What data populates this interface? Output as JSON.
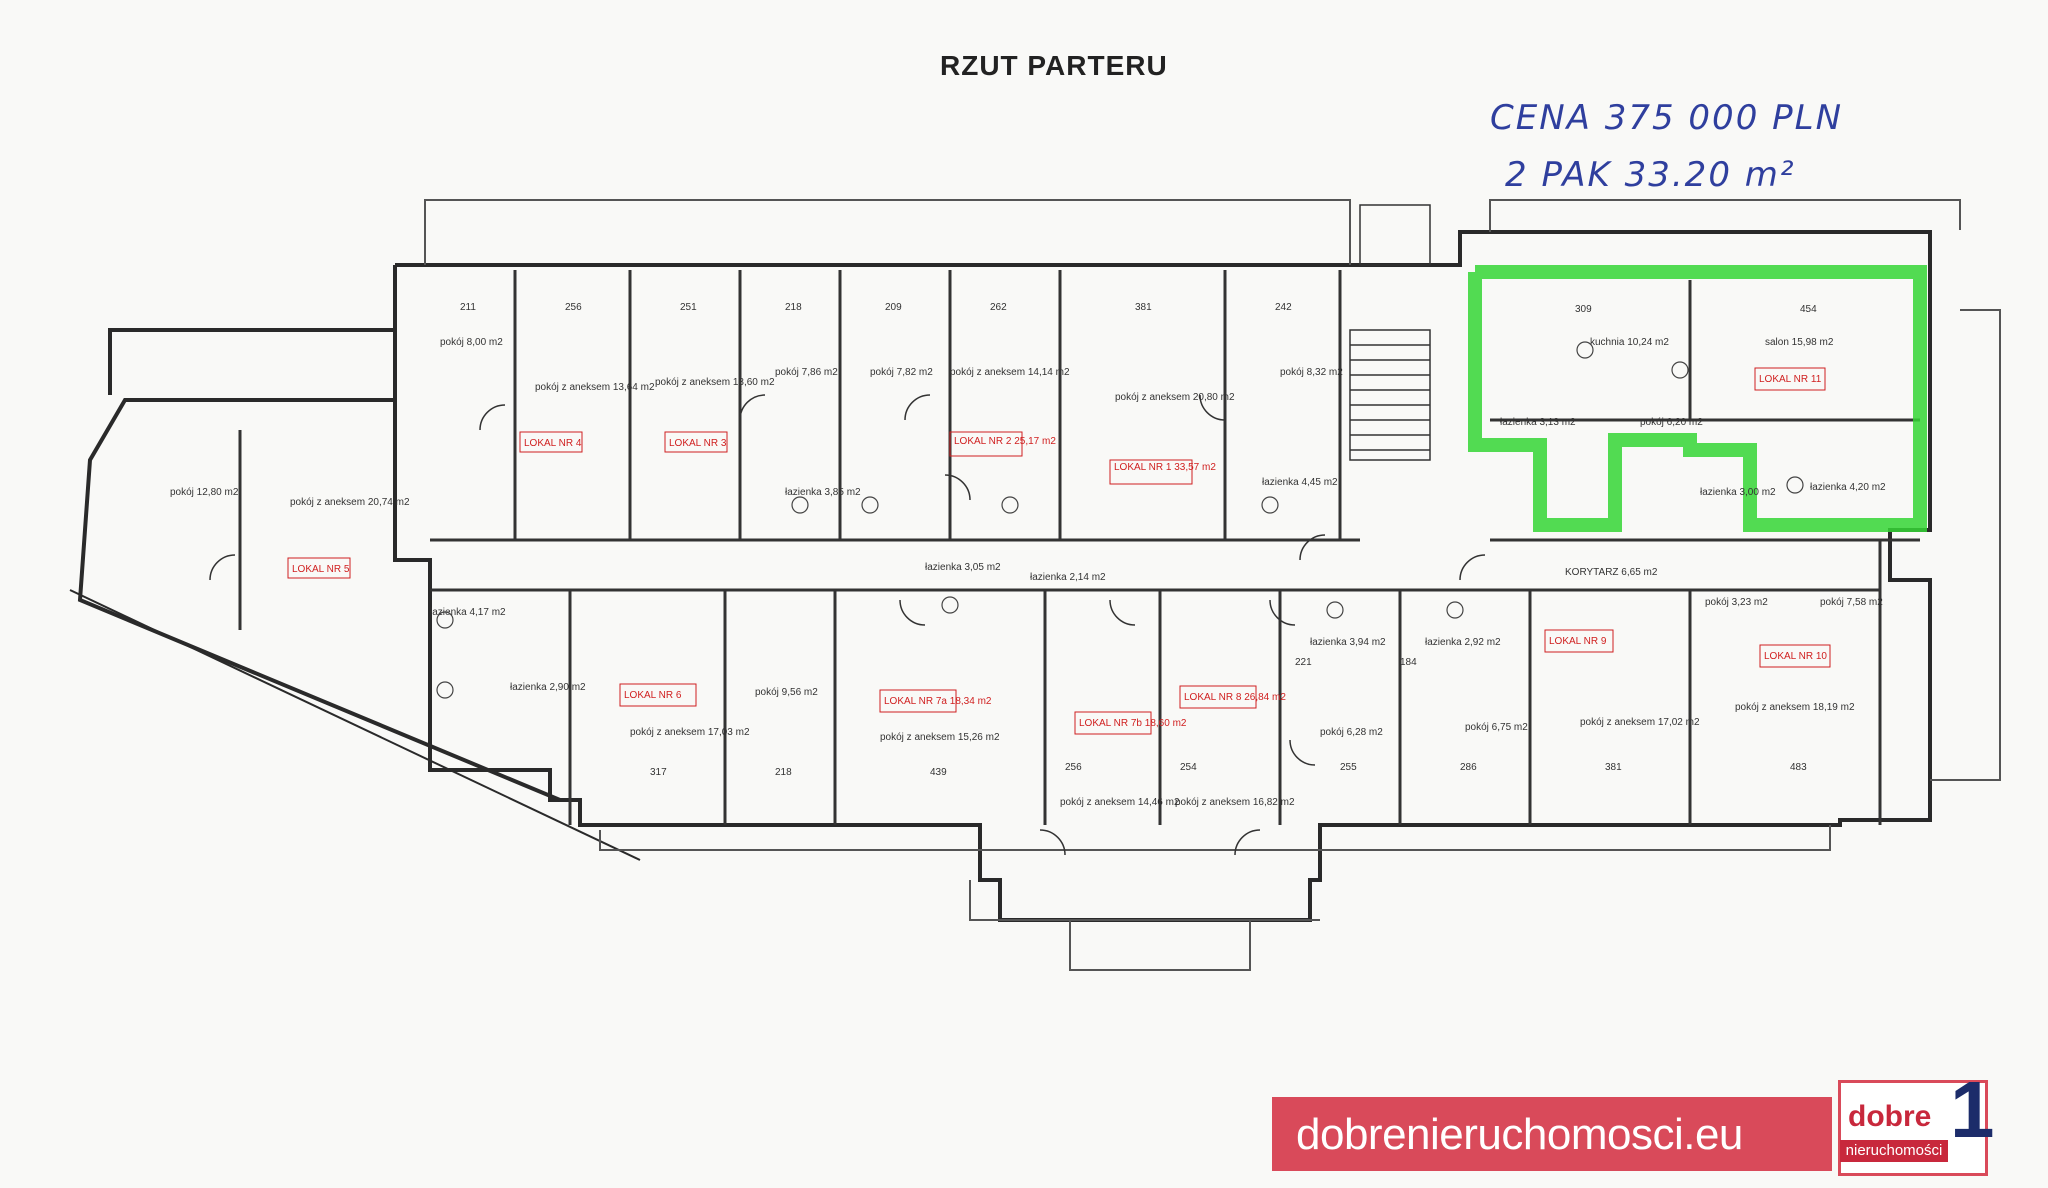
{
  "title": "RZUT PARTERU",
  "handwriting": {
    "price": "CENA 375 000 PLN",
    "area": "2 PAK 33.20 m²"
  },
  "highlight_color": "#35d635",
  "banner": {
    "site": "dobrenieruchomosci.eu",
    "logo_top": "dobre",
    "logo_bottom": "nieruchomości",
    "logo_digit": "1"
  },
  "rooms": {
    "r01": "pokój 8,00 m2",
    "r02": "pokój z aneksem 13,64 m2",
    "r03": "pokój z aneksem 13,60 m2",
    "r04": "pokój 7,86 m2",
    "r05": "pokój 7,82 m2",
    "r06": "pokój z aneksem 14,14 m2",
    "r07": "pokój z aneksem 20,80 m2",
    "r08": "pokój 8,32 m2",
    "r09": "kuchnia 10,24 m2",
    "r10": "salon 15,98 m2",
    "r11": "pokój 12,80 m2",
    "r12": "pokój z aneksem 20,74 m2",
    "r13": "łazienka 3,85 m2",
    "r14": "łazienka 4,45 m2",
    "r15": "łazienka 3,13 m2",
    "r16": "pokój 6,20 m2",
    "r17": "łazienka 3,00 m2",
    "r18": "łazienka 4,20 m2",
    "r19": "łazienka 3,05 m2",
    "r20": "łazienka 2,14 m2",
    "r21": "KORYTARZ 6,65 m2",
    "r22": "łazienka 4,17 m2",
    "r23": "łazienka 2,90 m2",
    "r24": "pokój z aneksem 17,03 m2",
    "r25": "pokój 9,56 m2",
    "r26": "pokój z aneksem 15,26 m2",
    "r27": "łazienka 3,94 m2",
    "r28": "łazienka 2,92 m2",
    "r29": "pokój 6,28 m2",
    "r30": "pokój 6,75 m2",
    "r31": "pokój z aneksem 17,02 m2",
    "r32": "pokój 3,23 m2",
    "r33": "pokój 7,58 m2",
    "r34": "pokój z aneksem 18,19 m2",
    "r35": "pokój z aneksem 14,46 m2",
    "r36": "pokój z aneksem 16,82 m2"
  },
  "units": {
    "u1": "LOKAL NR 1 33,57 m2",
    "u2": "LOKAL NR 2 25,17 m2",
    "u3": "LOKAL NR 3",
    "u4": "LOKAL NR 4",
    "u5": "LOKAL NR 5",
    "u6": "LOKAL NR 6",
    "u7a": "LOKAL NR 7a 18,34 m2",
    "u7b": "LOKAL NR 7b 18,60 m2",
    "u8": "LOKAL NR 8 26,84 m2",
    "u9": "LOKAL NR 9",
    "u10": "LOKAL NR 10",
    "u11": "LOKAL NR 11"
  },
  "dims": [
    "211",
    "256",
    "251",
    "218",
    "209",
    "262",
    "381",
    "242",
    "309",
    "454",
    "317",
    "218",
    "439",
    "256",
    "254",
    "255",
    "286",
    "381",
    "483",
    "184",
    "221"
  ]
}
